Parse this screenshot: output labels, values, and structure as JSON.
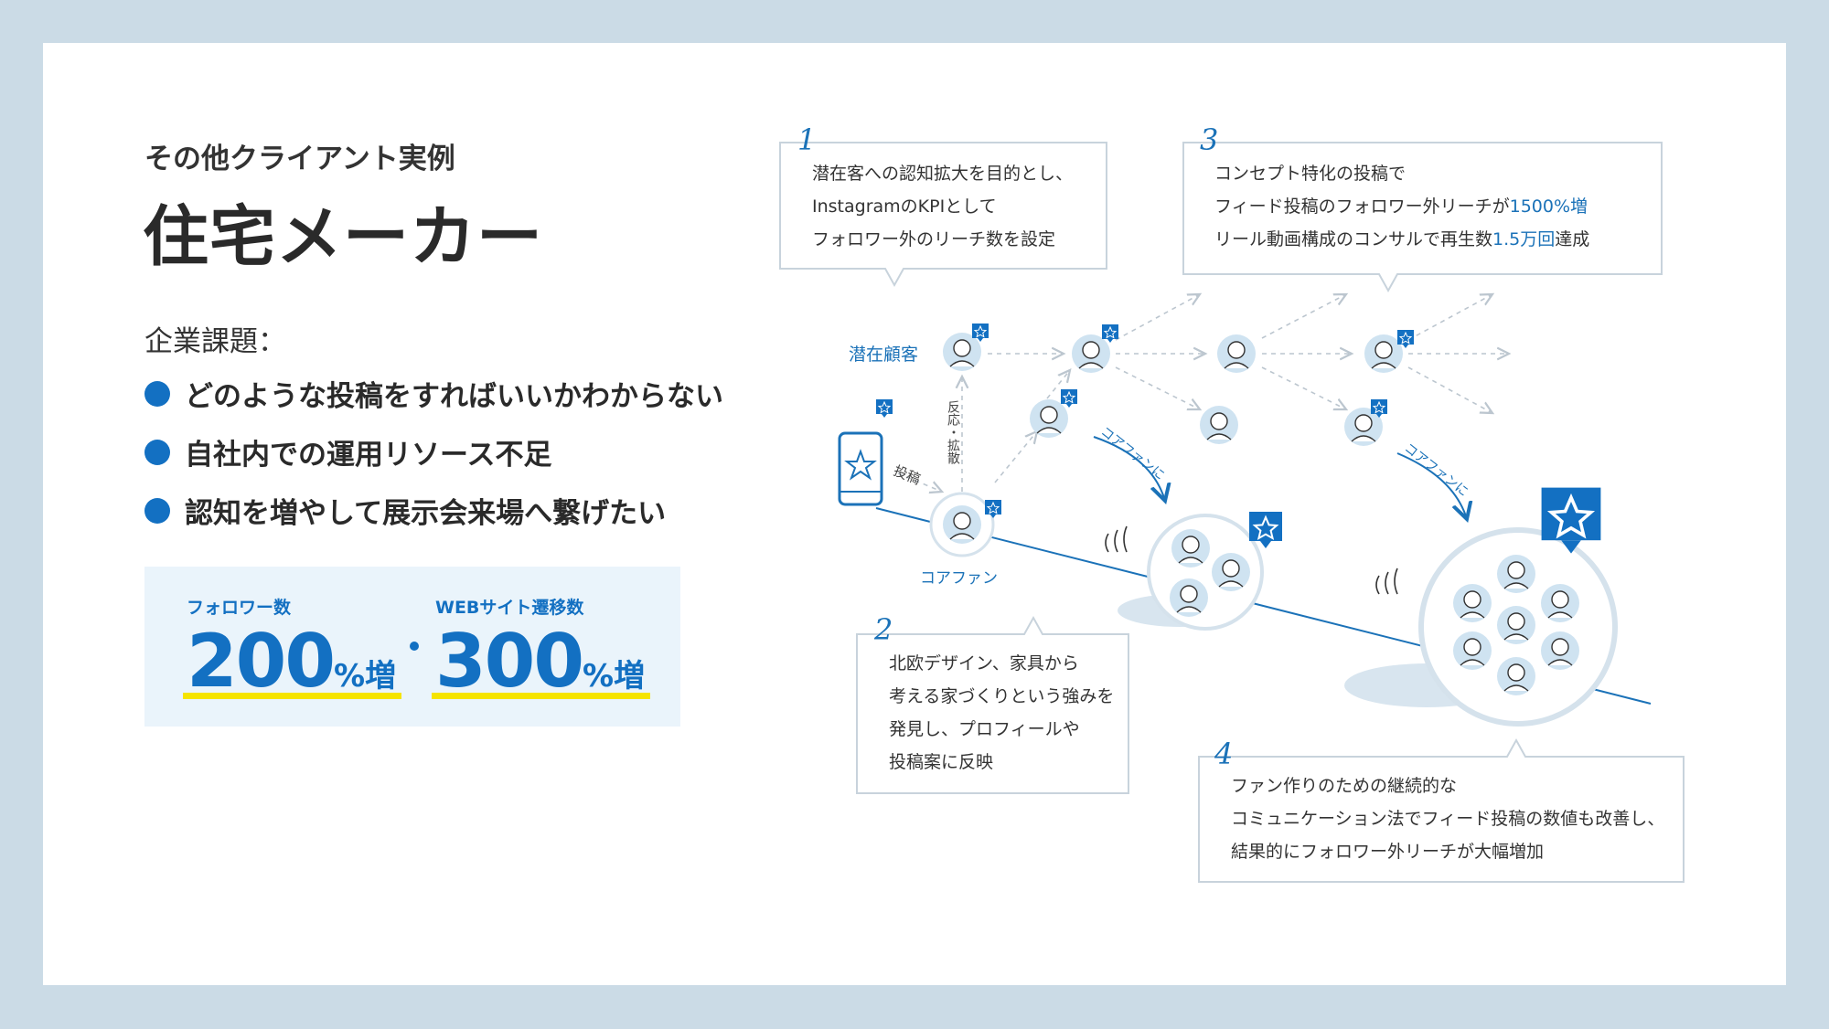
{
  "heading": {
    "subtitle": "その他クライアント実例",
    "title": "住宅メーカー"
  },
  "issues": {
    "label": "企業課題：",
    "items": [
      "どのような投稿をすればいいかわからない",
      "自社内での運用リソース不足",
      "認知を増やして展示会来場へ繋げたい"
    ]
  },
  "results": {
    "followers": {
      "label": "フォロワー数",
      "value": "200",
      "unit": "%増"
    },
    "web": {
      "label": "WEBサイト遷移数",
      "value": "300",
      "unit": "%増"
    }
  },
  "diagram": {
    "labels": {
      "potential": "潜在顧客",
      "core_fan": "コアファン",
      "post": "投稿",
      "reaction": "反応・拡散",
      "core_fan_arrow_1": "コアファンに",
      "core_fan_arrow_2": "コアファンに"
    },
    "notes": [
      {
        "number": "1",
        "lines": [
          "潜在客への認知拡大を目的とし、",
          "InstagramのKPIとして",
          "フォロワー外のリーチ数を設定"
        ]
      },
      {
        "number": "2",
        "lines": [
          "北欧デザイン、家具から",
          "考える家づくりという強みを",
          "発見し、プロフィールや",
          "投稿案に反映"
        ]
      },
      {
        "number": "3",
        "line1": "コンセプト特化の投稿で",
        "line2_pre": "フィード投稿のフォロワー外リーチが",
        "line2_hi": "1500%増",
        "line3_pre": "リール動画構成のコンサルで再生数",
        "line3_hi": "1.5万回",
        "line3_post": "達成"
      },
      {
        "number": "4",
        "lines": [
          "ファン作りのための継続的な",
          "コミュニケーション法でフィード投稿の数値も改善し、",
          "結果的にフォロワー外リーチが大幅増加"
        ]
      }
    ],
    "colors": {
      "accent": "#1370c2",
      "avatar_bg": "#cfe3f1",
      "line": "#1b72b8",
      "highlight": "#f5e400"
    }
  }
}
